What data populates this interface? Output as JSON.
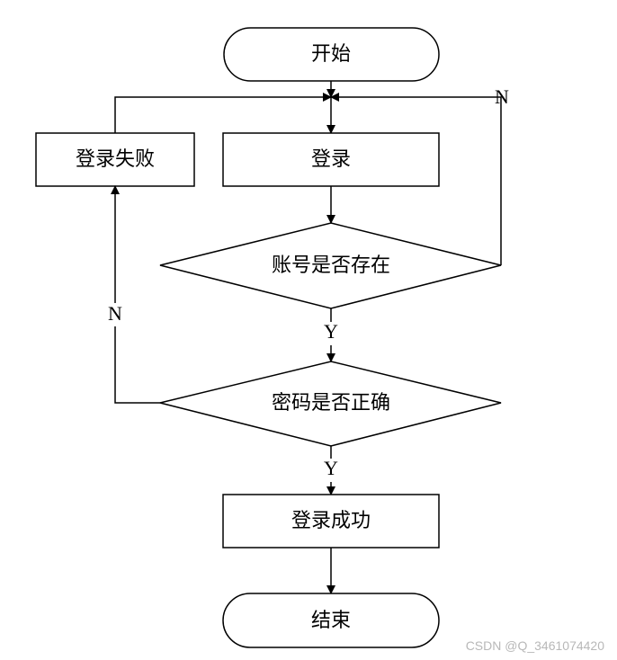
{
  "nodes": {
    "start": "开始",
    "login": "登录",
    "login_failed": "登录失败",
    "account_exists": "账号是否存在",
    "password_correct": "密码是否正确",
    "login_success": "登录成功",
    "end": "结束"
  },
  "edge_labels": {
    "account_no": "N",
    "account_yes": "Y",
    "password_no": "N",
    "password_yes": "Y"
  },
  "watermark": "CSDN @Q_3461074420",
  "colors": {
    "stroke": "#000000",
    "background": "#ffffff",
    "watermark": "#b8b8b8"
  }
}
